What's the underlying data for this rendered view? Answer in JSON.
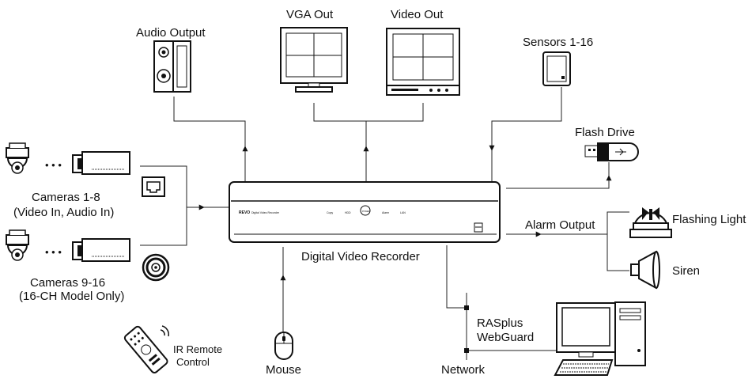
{
  "recorder": {
    "label": "Digital Video Recorder",
    "brand": "REVO",
    "subtitle": "Digital Video Recorder",
    "indicators": [
      "Copy",
      "HDD",
      "Alarm",
      "LAN"
    ],
    "power_label": "POWER"
  },
  "labels": {
    "audio_output": "Audio Output",
    "vga_out": "VGA Out",
    "video_out": "Video Out",
    "sensors": "Sensors 1-16",
    "flash_drive": "Flash Drive",
    "cameras_1_8": "Cameras 1-8",
    "cameras_1_8_sub": "(Video In, Audio In)",
    "cameras_9_16": "Cameras 9-16",
    "cameras_9_16_sub": "(16-CH Model Only)",
    "alarm_output": "Alarm Output",
    "flashing_light": "Flashing Light",
    "siren": "Siren",
    "rasplus": "RASplus",
    "webguard": "WebGuard",
    "network": "Network",
    "mouse": "Mouse",
    "ir_remote": "IR Remote",
    "control": "Control",
    "ellipsis": "• • •"
  },
  "icons": [
    "speaker-icon",
    "vga-monitor-icon",
    "crt-monitor-icon",
    "sensor-icon",
    "flash-drive-icon",
    "dome-camera-icon",
    "box-camera-icon",
    "rj45-port-icon",
    "bnc-connector-icon",
    "flashing-light-icon",
    "siren-icon",
    "pc-icon",
    "mouse-icon",
    "remote-icon"
  ]
}
